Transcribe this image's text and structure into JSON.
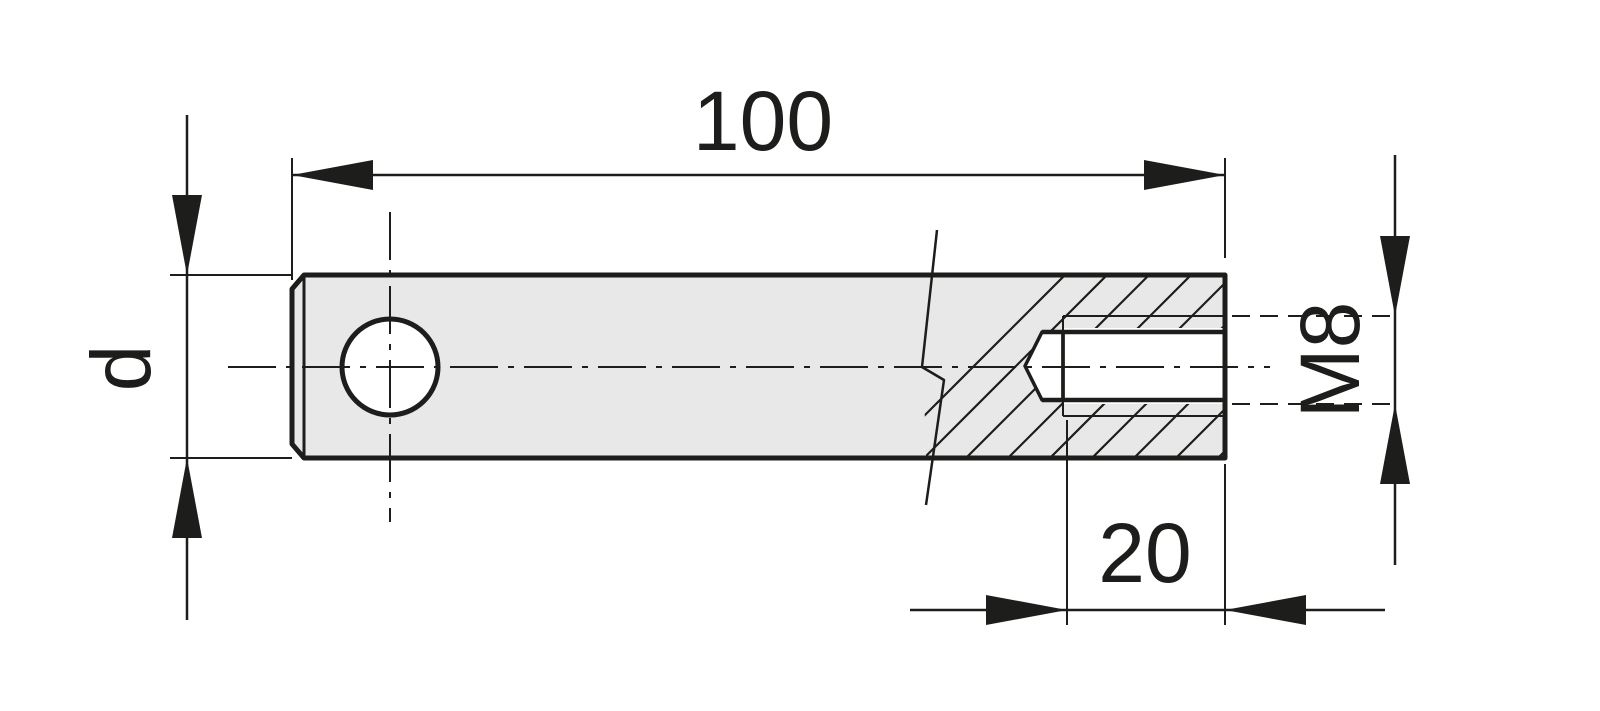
{
  "dimensions": {
    "overall_length": "100",
    "diameter": "d",
    "thread": "M8",
    "thread_depth": "20"
  },
  "colors": {
    "line": "#1d1d1b",
    "part_fill": "#e8e8e8",
    "background": "#ffffff"
  }
}
